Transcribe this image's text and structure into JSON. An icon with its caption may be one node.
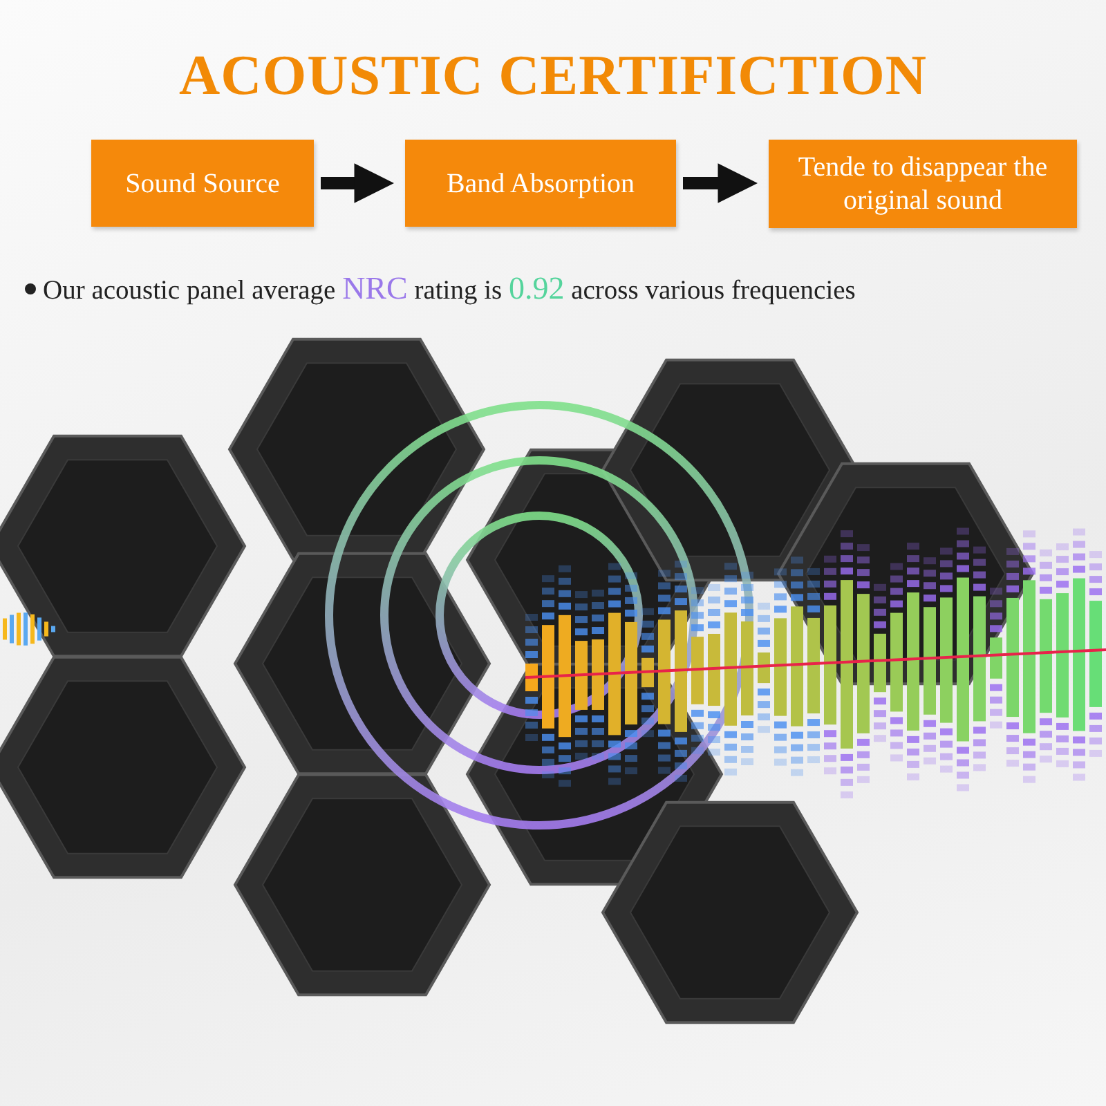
{
  "diagram": {
    "title": "ACOUSTIC CERTIFICTION",
    "nodes": [
      {
        "text": [
          "Sound Source"
        ]
      },
      {
        "text": [
          "Band Absorption"
        ]
      },
      {
        "text": [
          "Tende to disappear the original sound"
        ]
      }
    ],
    "edges": [
      {
        "from": 0,
        "to": 1,
        "arrow": "to"
      },
      {
        "from": 1,
        "to": 2,
        "arrow": "to"
      }
    ],
    "labels": [
      "Our acoustic panel average **NRC** rating is **0.92** across various frequencies"
    ]
  }
}
